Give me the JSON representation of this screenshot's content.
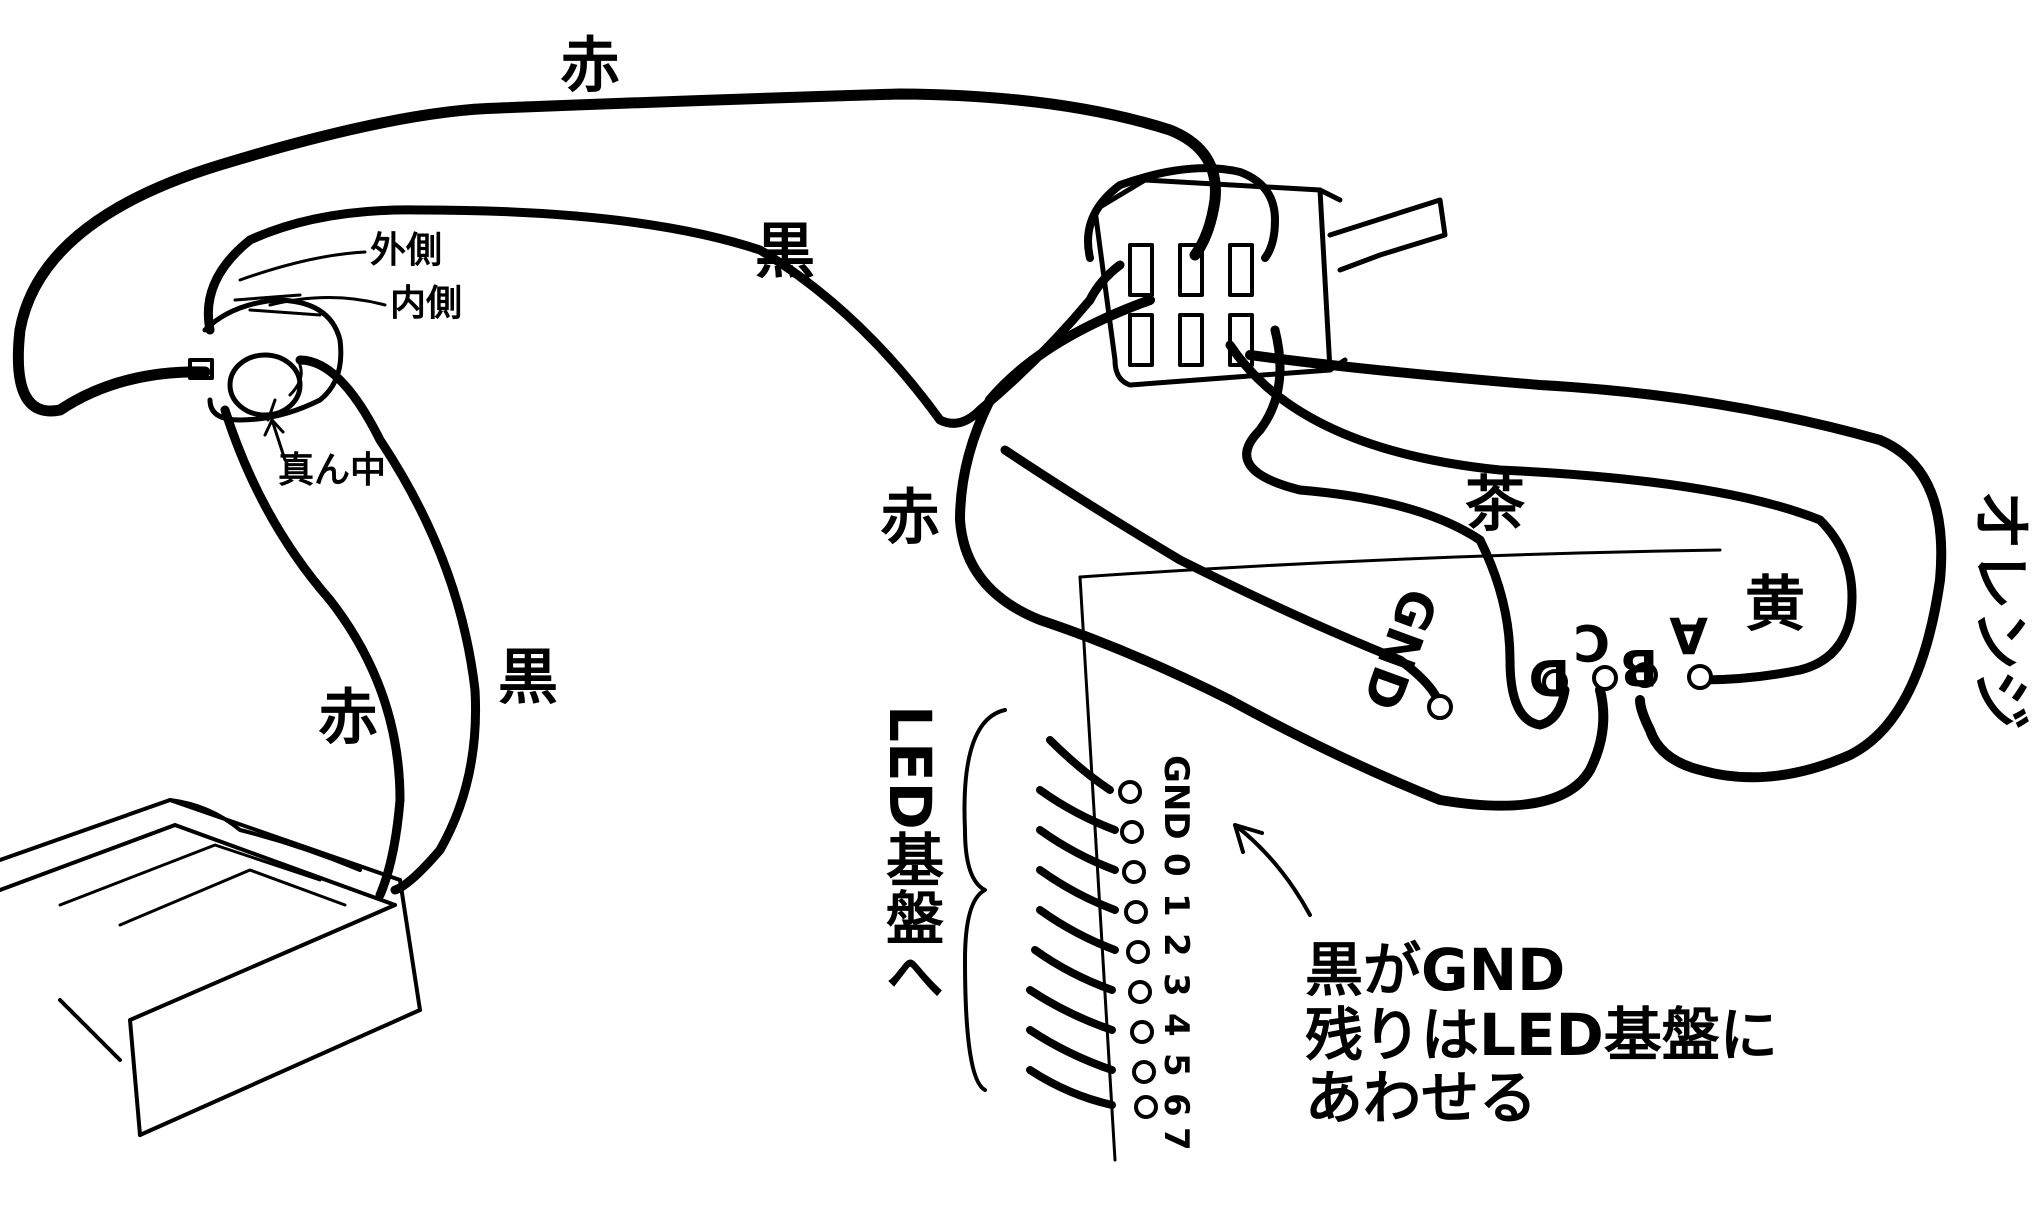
{
  "wire_labels": {
    "top_red": "赤",
    "top_black": "黒",
    "mid_red": "赤",
    "lower_red": "赤",
    "lower_black": "黒",
    "brown": "茶",
    "yellow": "黄",
    "orange": "オレンジ"
  },
  "jack_labels": {
    "outer": "外側",
    "inner": "内側",
    "center": "真ん中"
  },
  "board_pins": {
    "gnd": "GND",
    "d": "D",
    "c": "C",
    "b": "B",
    "a": "A"
  },
  "led_board_label": "LED基盤へ",
  "led_pins": [
    "GND",
    "0",
    "1",
    "2",
    "3",
    "4",
    "5",
    "6",
    "7"
  ],
  "note_lines": [
    "黒がGND",
    "残りはLED基盤に",
    "あわせる"
  ]
}
